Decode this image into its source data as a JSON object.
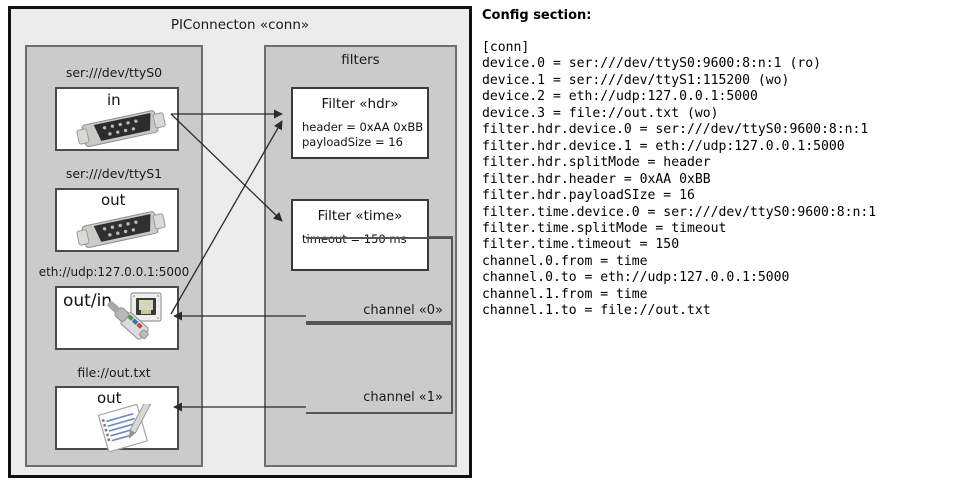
{
  "diagram": {
    "title": "PIConnecton «conn»",
    "devices_panel": {
      "title": ""
    },
    "filters_panel": {
      "title": "filters"
    },
    "devices": [
      {
        "label": "ser:///dev/ttyS0",
        "io": "in",
        "icon": "serial-connector-icon"
      },
      {
        "label": "ser:///dev/ttyS1",
        "io": "out",
        "icon": "serial-connector-icon"
      },
      {
        "label": "eth://udp:127.0.0.1:5000",
        "io": "out/in",
        "icon": "ethernet-plug-icon"
      },
      {
        "label": "file://out.txt",
        "io": "out",
        "icon": "text-file-icon"
      }
    ],
    "filters": [
      {
        "title": "Filter «hdr»",
        "props": "header = 0xAA 0xBB\npayloadSize = 16"
      },
      {
        "title": "Filter «time»",
        "props": "timeout = 150 ms"
      }
    ],
    "channels": [
      {
        "label": "channel «0»"
      },
      {
        "label": "channel «1»"
      }
    ]
  },
  "config": {
    "heading": "Config section:",
    "body": "[conn]\ndevice.0 = ser:///dev/ttyS0:9600:8:n:1 (ro)\ndevice.1 = ser:///dev/ttyS1:115200 (wo)\ndevice.2 = eth://udp:127.0.0.1:5000\ndevice.3 = file://out.txt (wo)\nfilter.hdr.device.0 = ser:///dev/ttyS0:9600:8:n:1\nfilter.hdr.device.1 = eth://udp:127.0.0.1:5000\nfilter.hdr.splitMode = header\nfilter.hdr.header = 0xAA 0xBB\nfilter.hdr.payloadSIze = 16\nfilter.time.device.0 = ser:///dev/ttyS0:9600:8:n:1\nfilter.time.splitMode = timeout\nfilter.time.timeout = 150\nchannel.0.from = time\nchannel.0.to = eth://udp:127.0.0.1:5000\nchannel.1.from = time\nchannel.1.to = file://out.txt"
  },
  "colors": {
    "frame": "#111111",
    "canvas": "#ececec",
    "panel": "#cbcbcb",
    "box": "#ffffff",
    "arrow": "#333333"
  }
}
